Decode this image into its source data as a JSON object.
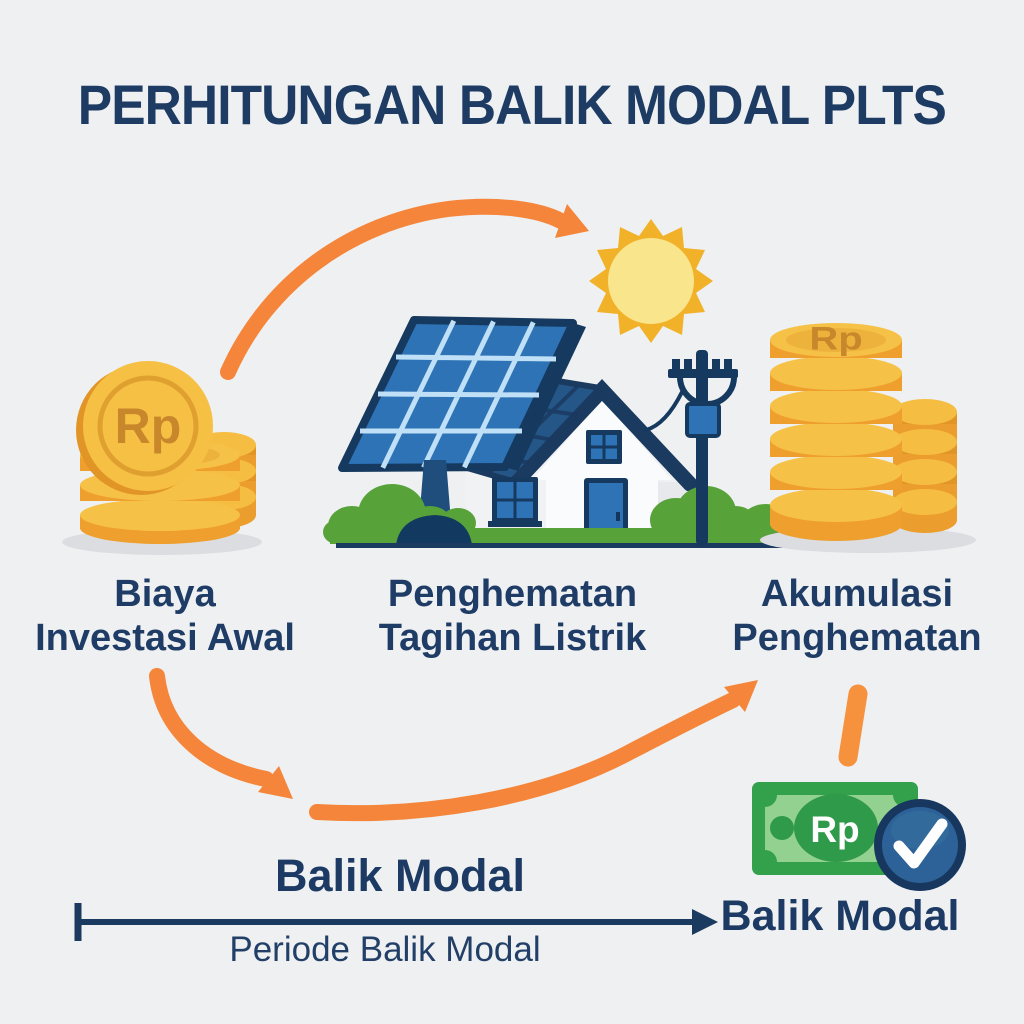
{
  "title": "PERHITUNGAN BALIK MODAL PLTS",
  "coin_currency": "Rp",
  "nodes": [
    {
      "id": "investment",
      "label_line1": "Biaya",
      "label_line2": "Investasi Awal",
      "icon": "rupiah-coin-stack"
    },
    {
      "id": "savings",
      "label_line1": "Penghematan",
      "label_line2": "Tagihan Listrik",
      "icon": "solar-house"
    },
    {
      "id": "accumulation",
      "label_line1": "Akumulasi",
      "label_line2": "Penghematan",
      "icon": "coin-stacks"
    }
  ],
  "banknote": {
    "currency": "Rp",
    "label": "Balik Modal"
  },
  "timeline": {
    "title": "Balik Modal",
    "axis_label": "Periode Balik Modal"
  },
  "colors": {
    "background": "#eef0f1",
    "navy_text": "#1f3c66",
    "arrow_orange": "#f5853a",
    "coin_gold_top": "#f6c147",
    "coin_gold_side": "#ef9f2d",
    "sun_outer": "#f1b22a",
    "sun_inner": "#f9e58c",
    "panel_blue": "#2e73b6",
    "roof_navy": "#1b3a60",
    "bush_green": "#58a23a",
    "banknote_green": "#33a04c",
    "check_blue": "#2d6298"
  }
}
